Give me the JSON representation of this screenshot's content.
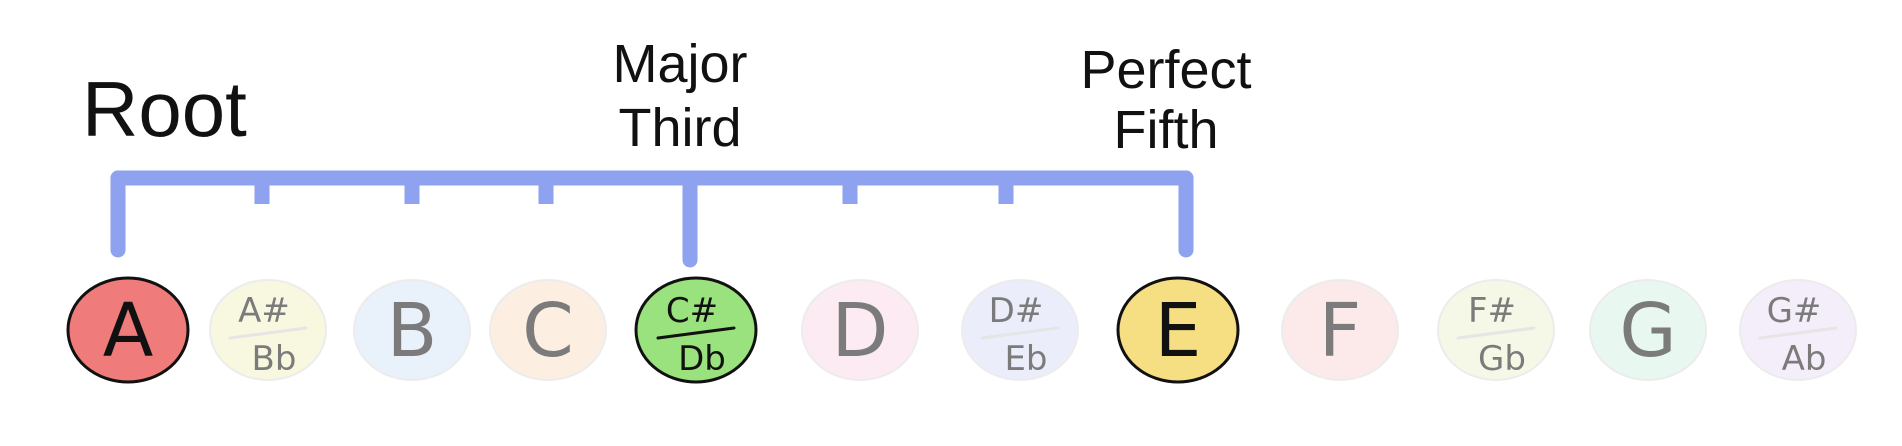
{
  "labels": {
    "root": "Root",
    "major_third": [
      "Major",
      "Third"
    ],
    "perfect_fifth": [
      "Perfect",
      "Fifth"
    ]
  },
  "bracket_color": "#8ea2ef",
  "notes": [
    {
      "id": "A",
      "top": "A",
      "bottom": "",
      "color": "#f07b7b",
      "active": true
    },
    {
      "id": "A#/Bb",
      "top": "A#",
      "bottom": "Bb",
      "color": "#f4f3c9",
      "active": false
    },
    {
      "id": "B",
      "top": "B",
      "bottom": "",
      "color": "#d8e6f8",
      "active": false
    },
    {
      "id": "C",
      "top": "C",
      "bottom": "",
      "color": "#fbe3cc",
      "active": false
    },
    {
      "id": "C#/Db",
      "top": "C#",
      "bottom": "Db",
      "color": "#9ae27d",
      "active": true
    },
    {
      "id": "D",
      "top": "D",
      "bottom": "",
      "color": "#fbdbe8",
      "active": false
    },
    {
      "id": "D#/Eb",
      "top": "D#",
      "bottom": "Eb",
      "color": "#dcdff6",
      "active": false
    },
    {
      "id": "E",
      "top": "E",
      "bottom": "",
      "color": "#f6de83",
      "active": true
    },
    {
      "id": "F",
      "top": "F",
      "bottom": "",
      "color": "#fbdada",
      "active": false
    },
    {
      "id": "F#/Gb",
      "top": "F#",
      "bottom": "Gb",
      "color": "#eef4d2",
      "active": false
    },
    {
      "id": "G",
      "top": "G",
      "bottom": "",
      "color": "#d6f4e4",
      "active": false
    },
    {
      "id": "G#/Ab",
      "top": "G#",
      "bottom": "Ab",
      "color": "#ece0f6",
      "active": false
    }
  ]
}
